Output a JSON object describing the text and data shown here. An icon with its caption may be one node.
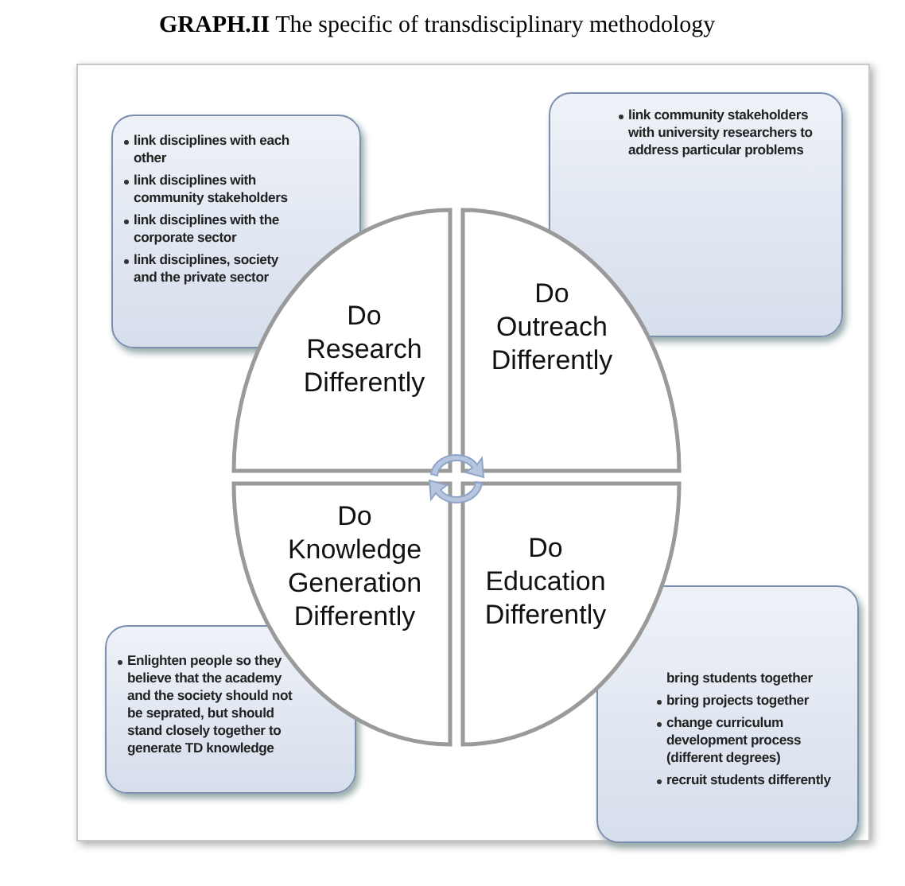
{
  "diagram": {
    "title": "**GRAPH.II** The specific of transdisciplinary methodology",
    "nodes": [
      {
        "text": [
          "link disciplines with each other",
          "link  disciplines with community stakeholders",
          "link disciplines with the corporate sector",
          "link disciplines, society and the private sector"
        ]
      },
      {
        "text": [
          "link community stakeholders with university researchers to address particular problems"
        ]
      },
      {
        "text": [
          "Do Research Differently"
        ]
      },
      {
        "text": [
          "Do Outreach Differently"
        ]
      },
      {
        "text": [
          "Do Knowledge Generation Differently"
        ]
      },
      {
        "text": [
          "Do Education Differently"
        ]
      },
      {
        "text": [
          "Enlighten people so they believe that the academy and the society should not be seprated, but should stand closely together to generate TD knowledge"
        ]
      },
      {
        "text": [
          "bring students together",
          "bring projects together",
          "change curriculum development process (different degrees)",
          "recruit students differently"
        ]
      }
    ]
  }
}
